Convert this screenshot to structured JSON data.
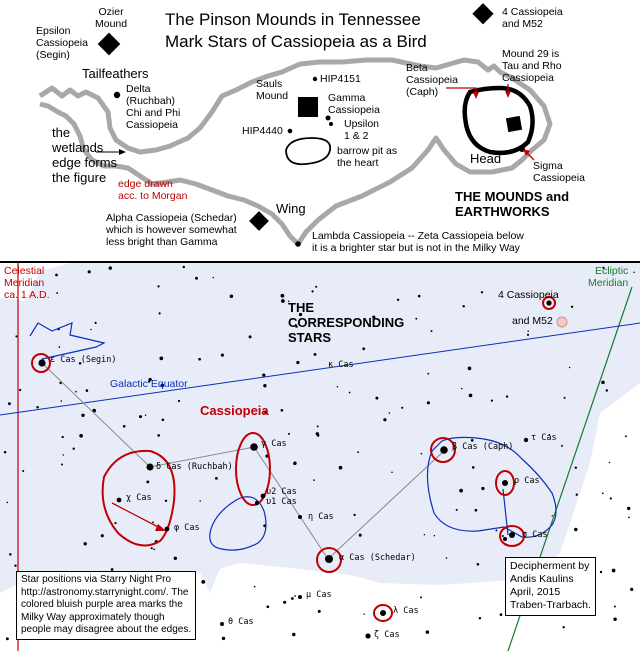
{
  "top": {
    "title_lines": [
      "The Pinson Mounds in Tennessee",
      "Mark Stars of Cassiopeia as a Bird"
    ],
    "labels": {
      "ozier": "Ozier\nMound",
      "segin": "Epsilon\nCassiopeia\n(Segin)",
      "four_cas": "4 Cassiopeia\nand M52",
      "tailfeathers": "Tailfeathers",
      "delta": "Delta\n(Ruchbah)\nChi and Phi\nCassiopeia",
      "sauls": "Sauls\nMound",
      "hip4151": "HIP4151",
      "gamma": "Gamma\nCassiopeia",
      "upsilon": "Upsilon\n1 & 2",
      "hip4440": "HIP4440",
      "barrow": "barrow pit as\nthe heart",
      "beta": "Beta\nCassiopeia\n(Caph)",
      "mound29": "Mound 29 is\nTau and Rho\nCassiopeia",
      "head": "Head",
      "sigma": "Sigma\nCassiopeia",
      "wetlands": "the\nwetlands\nedge forms\nthe figure",
      "morgan": "edge drawn\nacc. to Morgan",
      "wing": "Wing",
      "alpha": "Alpha Cassiopeia (Schedar)\nwhich is however somewhat\nless bright than Gamma",
      "lambda": "Lambda Cassiopeia -- Zeta Cassiopeia below\nit is a brighter star but is not in the Milky Way",
      "mounds_earthworks": "THE MOUNDS and\nEARTHWORKS"
    }
  },
  "bottom": {
    "celestial_meridian": "Celestial\nMeridian\nca. 1 A.D.",
    "ecliptic_meridian": "Ecliptic\nMeridian",
    "corresponding": "THE\nCORRESPONDING\nSTARS",
    "four_cas": "4 Cassiopeia",
    "m52": "and M52",
    "galactic_equator": "Galactic Equator",
    "cassiopeia": "Cassiopeia",
    "star_labels": {
      "eps": "ε Cas (Segin)",
      "kap": "κ Cas",
      "gam": "γ Cas",
      "del": "δ Cas (Ruchbah)",
      "chi": "χ Cas",
      "phi": "φ Cas",
      "ups2": "υ2 Cas",
      "ups1": "υ1 Cas",
      "eta": "η Cas",
      "alp": "α Cas (Schedar)",
      "bet": "β Cas (Caph)",
      "tau": "τ Cas",
      "rho": "ρ Cas",
      "sig": "σ Cas",
      "mu": "μ Cas",
      "lam": "λ Cas",
      "the": "θ Cas",
      "zet": "ζ Cas"
    },
    "credit_box": "Star positions via Starry Night Pro\nhttp://astronomy.starrynight.com/. The\ncolored bluish purple area marks the\nMilky Way approximately though\npeople may disagree about the edges.",
    "author_box": "Decipherment by\nAndis Kaulins\nApril, 2015\nTraben-Trarbach."
  },
  "colors": {
    "red": "#c00000",
    "blue": "#0a2fb8",
    "milkyway": "#e8ecf9",
    "green": "#1a7a2a"
  }
}
